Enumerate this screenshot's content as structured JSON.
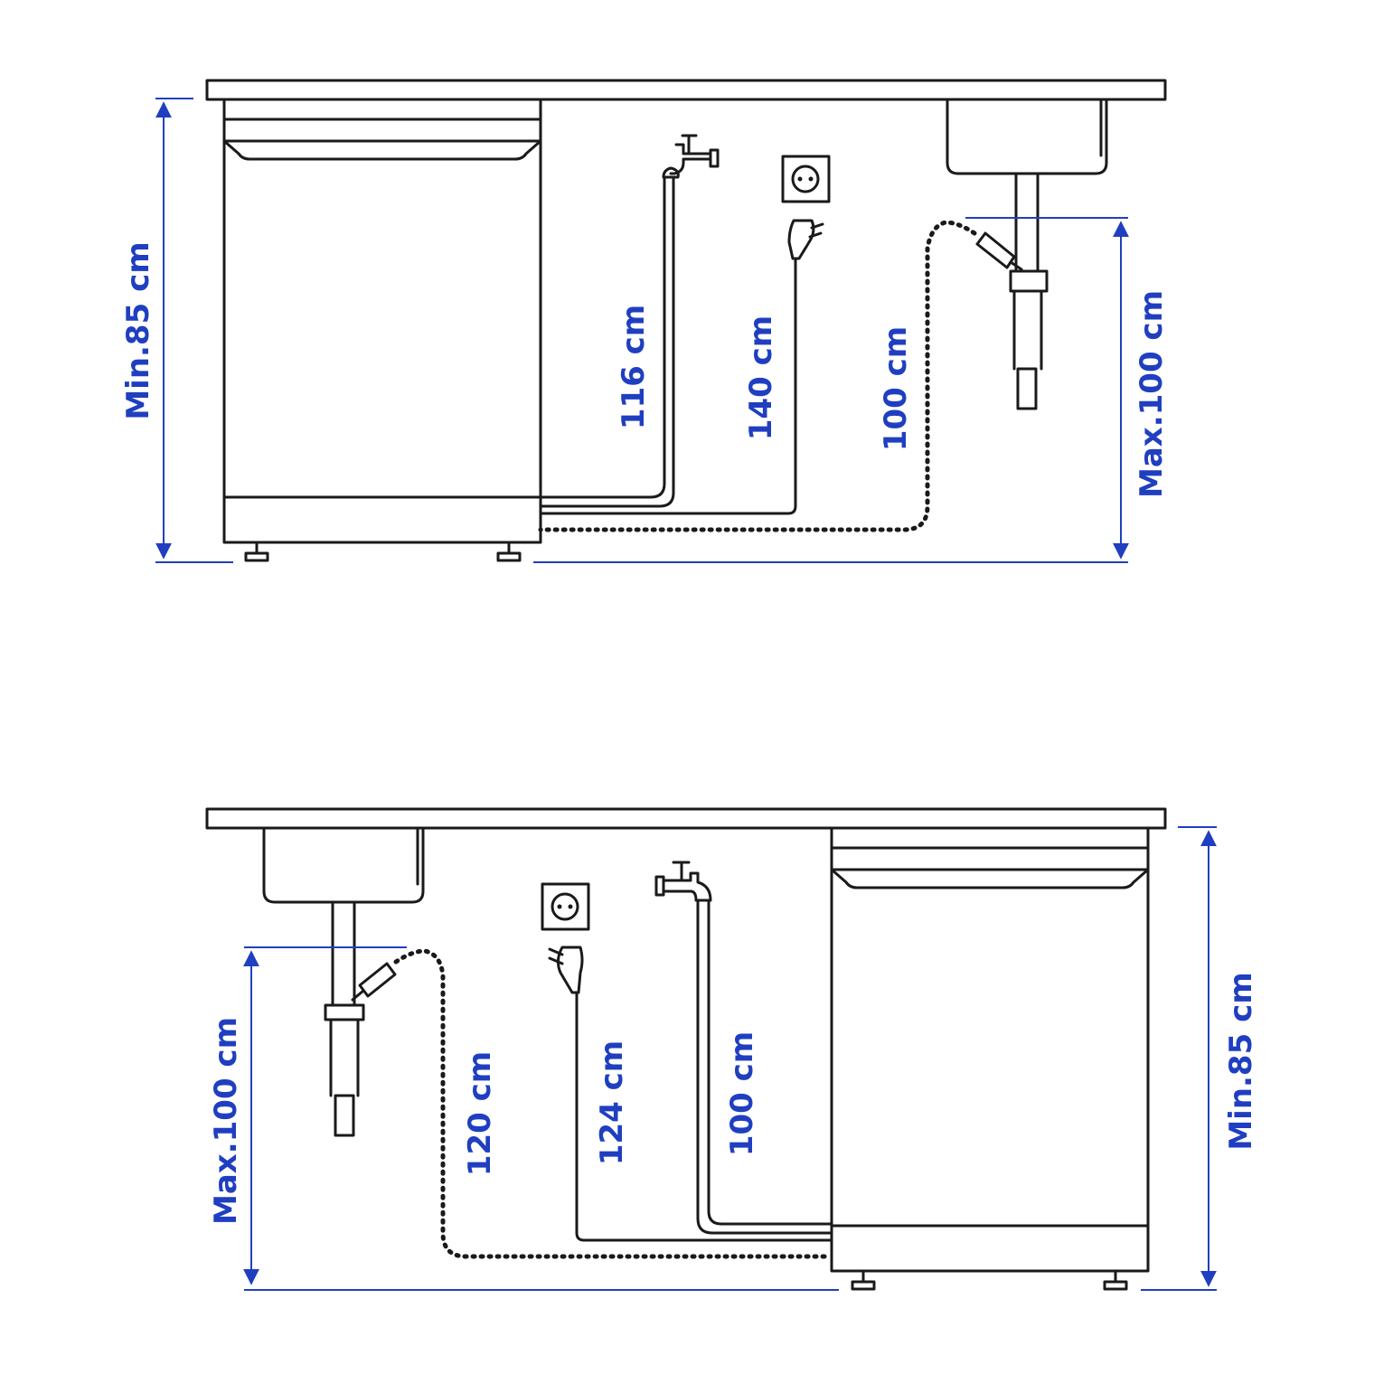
{
  "diagrams": [
    {
      "labels": {
        "min_height": "Min.85 cm",
        "max_drain_height": "Max.100 cm",
        "water_hose": "116 cm",
        "power_cord": "140 cm",
        "drain_hose": "100 cm"
      }
    },
    {
      "labels": {
        "min_height": "Min.85 cm",
        "max_drain_height": "Max.100 cm",
        "water_hose": "100 cm",
        "power_cord": "124 cm",
        "drain_hose": "120 cm"
      }
    }
  ],
  "colors": {
    "dimension": "#1f3fc0",
    "line": "#1a1a1a"
  }
}
